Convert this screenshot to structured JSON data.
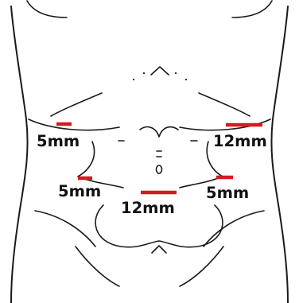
{
  "incision_color": "#d71920",
  "body_outline_color": "#1a1a1a",
  "ports": [
    {
      "id": "left-upper",
      "label": "5mm"
    },
    {
      "id": "right-upper",
      "label": "12mm"
    },
    {
      "id": "left-lower",
      "label": "5mm"
    },
    {
      "id": "right-lower",
      "label": "5mm"
    },
    {
      "id": "center-lower",
      "label": "12mm"
    }
  ]
}
